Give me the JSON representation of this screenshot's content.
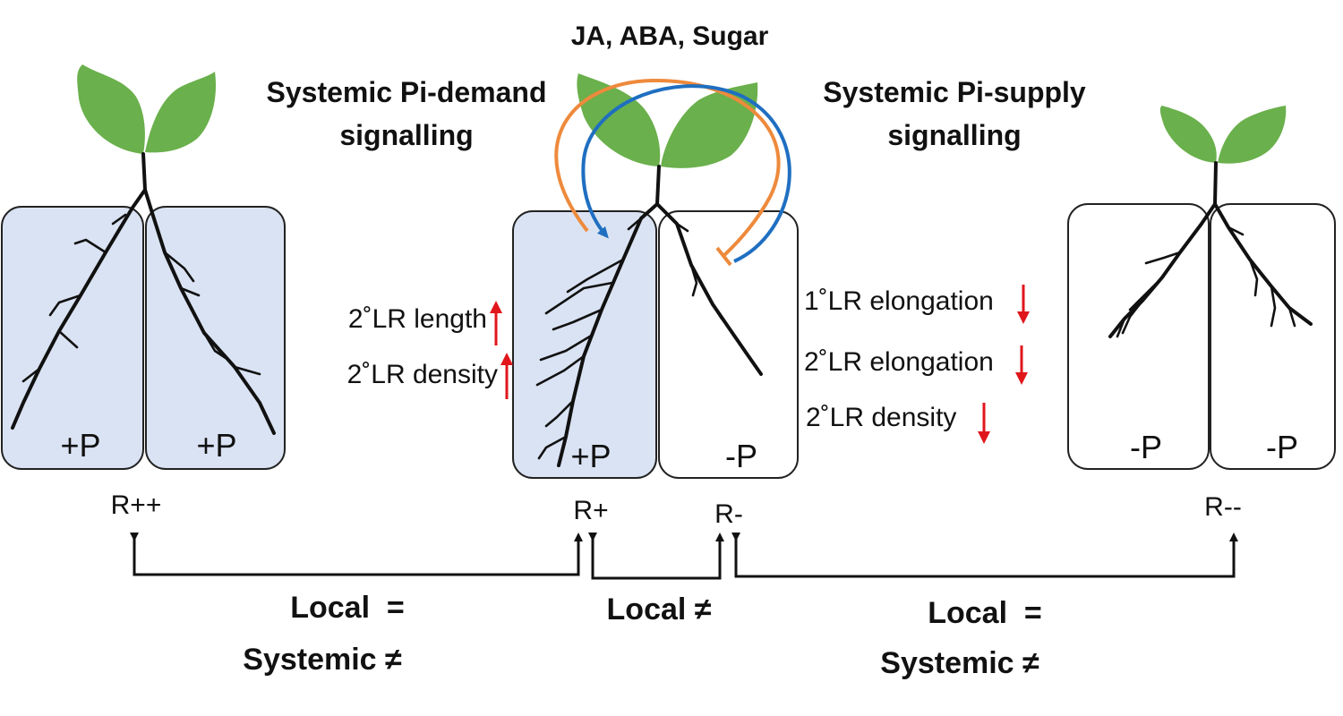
{
  "colors": {
    "pi_rich": "#dae3f3",
    "pi_poor": "#ffffff",
    "leaf": "#6ab04c",
    "demand_signal": "#1f6fc1",
    "supply_signal": "#ee8a3c",
    "decrease_arrow": "#e0161b"
  },
  "signals": {
    "hormones": "JA, ABA, Sugar",
    "demand_line1": "Systemic Pi-demand",
    "demand_line2": "signalling",
    "supply_line1": "Systemic Pi-supply",
    "supply_line2": "signalling"
  },
  "plants": {
    "left": {
      "box_left": "+P",
      "box_right": "+P",
      "label": "R++"
    },
    "center": {
      "box_left": "+P",
      "box_right": "-P",
      "label_left": "R+",
      "label_right": "R-"
    },
    "right": {
      "box_left": "-P",
      "box_right": "-P",
      "label": "R--"
    }
  },
  "responses": {
    "increase": [
      {
        "text": "2˚LR length",
        "direction": "up"
      },
      {
        "text": "2˚LR density",
        "direction": "up"
      }
    ],
    "decrease": [
      {
        "text": "1˚LR elongation",
        "direction": "down"
      },
      {
        "text": "2˚LR elongation",
        "direction": "down"
      },
      {
        "text": "2˚LR density",
        "direction": "down"
      }
    ]
  },
  "comparisons": {
    "left_line1": "Local  =",
    "left_line2": "Systemic ≠",
    "middle": "Local ≠",
    "right_line1": "Local  =",
    "right_line2": "Systemic ≠"
  }
}
